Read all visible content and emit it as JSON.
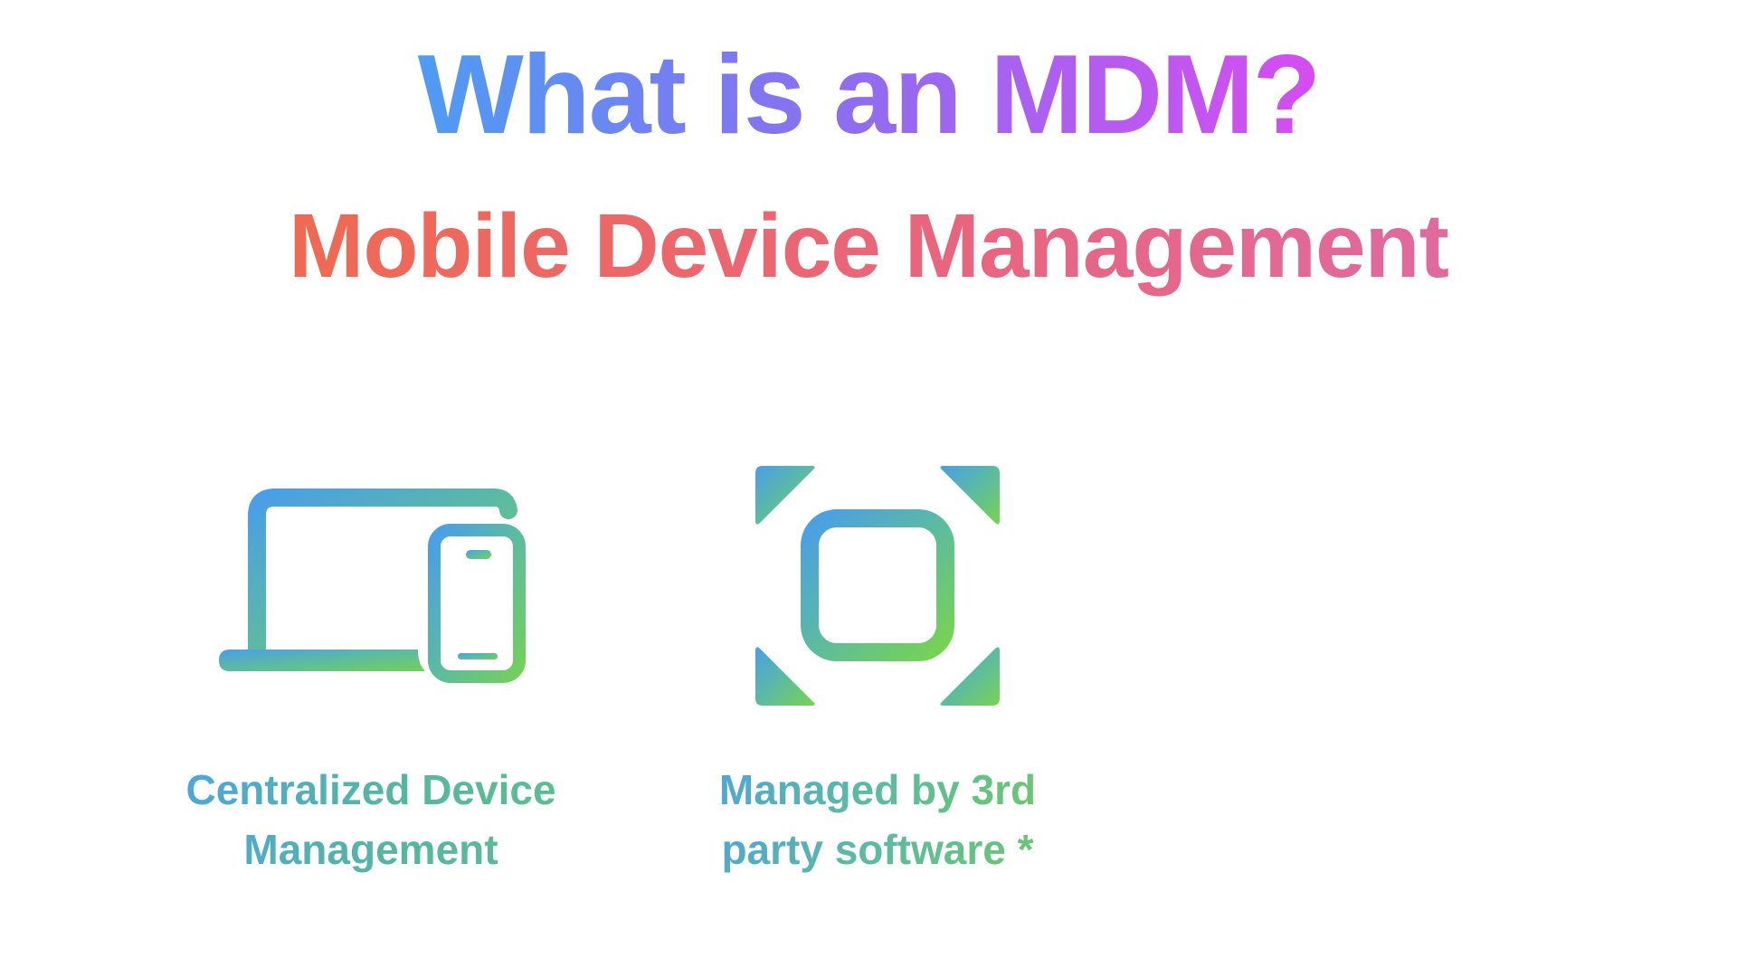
{
  "slide": {
    "title": "What is an MDM?",
    "subtitle": "Mobile Device Management"
  },
  "features": [
    {
      "icon": "laptop-and-phone-icon",
      "caption_line1": "Centralized Device",
      "caption_line2": "Management"
    },
    {
      "icon": "focus-frame-icon",
      "caption_line1": "Managed by 3rd",
      "caption_line2": "party software *"
    }
  ],
  "colors": {
    "title_gradient": [
      "#4e9cf3",
      "#8b6ff0",
      "#d64cf0"
    ],
    "subtitle_gradient": [
      "#ef6a52",
      "#e9657c",
      "#e0699f"
    ],
    "icon_gradient": [
      "#4a9ee8",
      "#5cbba0",
      "#74d05a"
    ],
    "background": "#ffffff"
  }
}
